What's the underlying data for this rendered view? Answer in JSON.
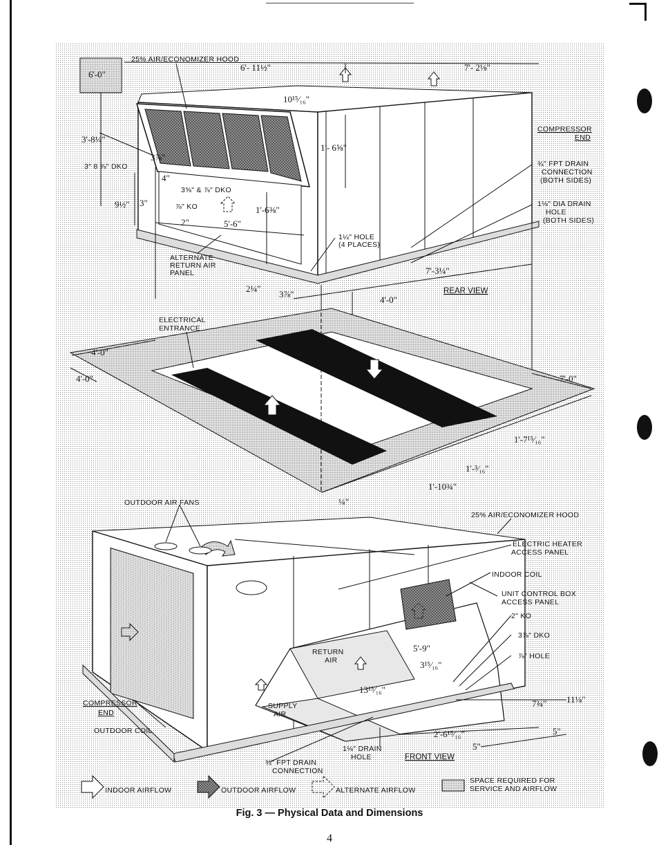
{
  "caption": "Fig. 3 — Physical Data and Dimensions",
  "page_number": "4",
  "rear_view": {
    "title": "REAR VIEW",
    "callouts": {
      "hood": "25% AIR/ECONOMIZER HOOD",
      "compressor_end_1": "COMPRESSOR",
      "compressor_end_2": "END",
      "drain_conn_1": "¾\" FPT DRAIN",
      "drain_conn_2": "CONNECTION",
      "drain_conn_3": "(BOTH SIDES)",
      "drain_hole_1": "1⅛\" DIA DRAIN",
      "drain_hole_2": "HOLE",
      "drain_hole_3": "(BOTH SIDES)",
      "hole_1": "1¼\" HOLE",
      "hole_2": "(4 PLACES)",
      "alt_panel_1": "ALTERNATE",
      "alt_panel_2": "RETURN AIR",
      "alt_panel_3": "PANEL",
      "dko_1": "3″ 8 ⅞\" DKO",
      "dko_2": "3⅝\" & ⅞\" DKO",
      "ko": "⅞\" KO"
    },
    "dims": {
      "d1": "6'-0\"",
      "d2": "6'- 11½\"",
      "d3": "7'- 2⅛\"",
      "d4": "10¹⁵⁄₁₆\"",
      "d5": "1'- 6⅝\"",
      "d6": "3'-8¼\"",
      "d7": "3⅞\"",
      "d8": "4\"",
      "d9": "9½\"",
      "d10": "3\"",
      "d11": "2\"",
      "d12": "5'-6\"",
      "d13": "1'-6⅜\"",
      "d14": "2¼\"",
      "d15": "3⅞\"",
      "d16": "7'-3¼\"",
      "d17": "4'-0\""
    }
  },
  "floor_plan": {
    "callouts": {
      "elec_1": "ELECTRICAL",
      "elec_2": "ENTRANCE"
    },
    "dims": {
      "d1": "4'-0\"",
      "d2": "4'-0\"",
      "d3": "7'-0\"",
      "d4": "1'-7¹⁵⁄₁₆\"",
      "d5": "1'-³⁄₁₆\"",
      "d6": "1'-10¾\"",
      "d7": "¼\""
    }
  },
  "front_view": {
    "title": "FRONT VIEW",
    "callouts": {
      "fans": "OUTDOOR AIR FANS",
      "hood": "25% AIR/ECONOMIZER HOOD",
      "heater_1": "ELECTRIC HEATER",
      "heater_2": "ACCESS PANEL",
      "indoor_coil": "INDOOR COIL",
      "control_1": "UNIT CONTROL BOX",
      "control_2": "ACCESS PANEL",
      "ko": "2\" KO",
      "dko": "3⅞\" DKO",
      "hole": "⅞\" HOLE",
      "return_1": "RETURN",
      "return_2": "AIR",
      "supply_1": "SUPPLY",
      "supply_2": "AIR",
      "comp_1": "COMPRESSOR",
      "comp_2": "END",
      "outdoor_coil": "OUTDOOR COIL",
      "drain_hole_1": "1⅛\" DRAIN",
      "drain_hole_2": "HOLE",
      "fpt_1": "¾\" FPT DRAIN",
      "fpt_2": "CONNECTION"
    },
    "dims": {
      "d1": "5'-9\"",
      "d2": "3¹⁵⁄₁₆\"",
      "d3": "13¹⁵⁄₁₆\"",
      "d4": "7¾\"",
      "d5": "11⅛\"",
      "d6": "2'-6¹⁵⁄₁₆\"",
      "d7": "5\"",
      "d8": "5\""
    }
  },
  "legend": {
    "indoor": "INDOOR AIRFLOW",
    "outdoor": "OUTDOOR AIRFLOW",
    "alternate": "ALTERNATE AIRFLOW",
    "space_1": "SPACE REQUIRED FOR",
    "space_2": "SERVICE AND AIRFLOW"
  }
}
